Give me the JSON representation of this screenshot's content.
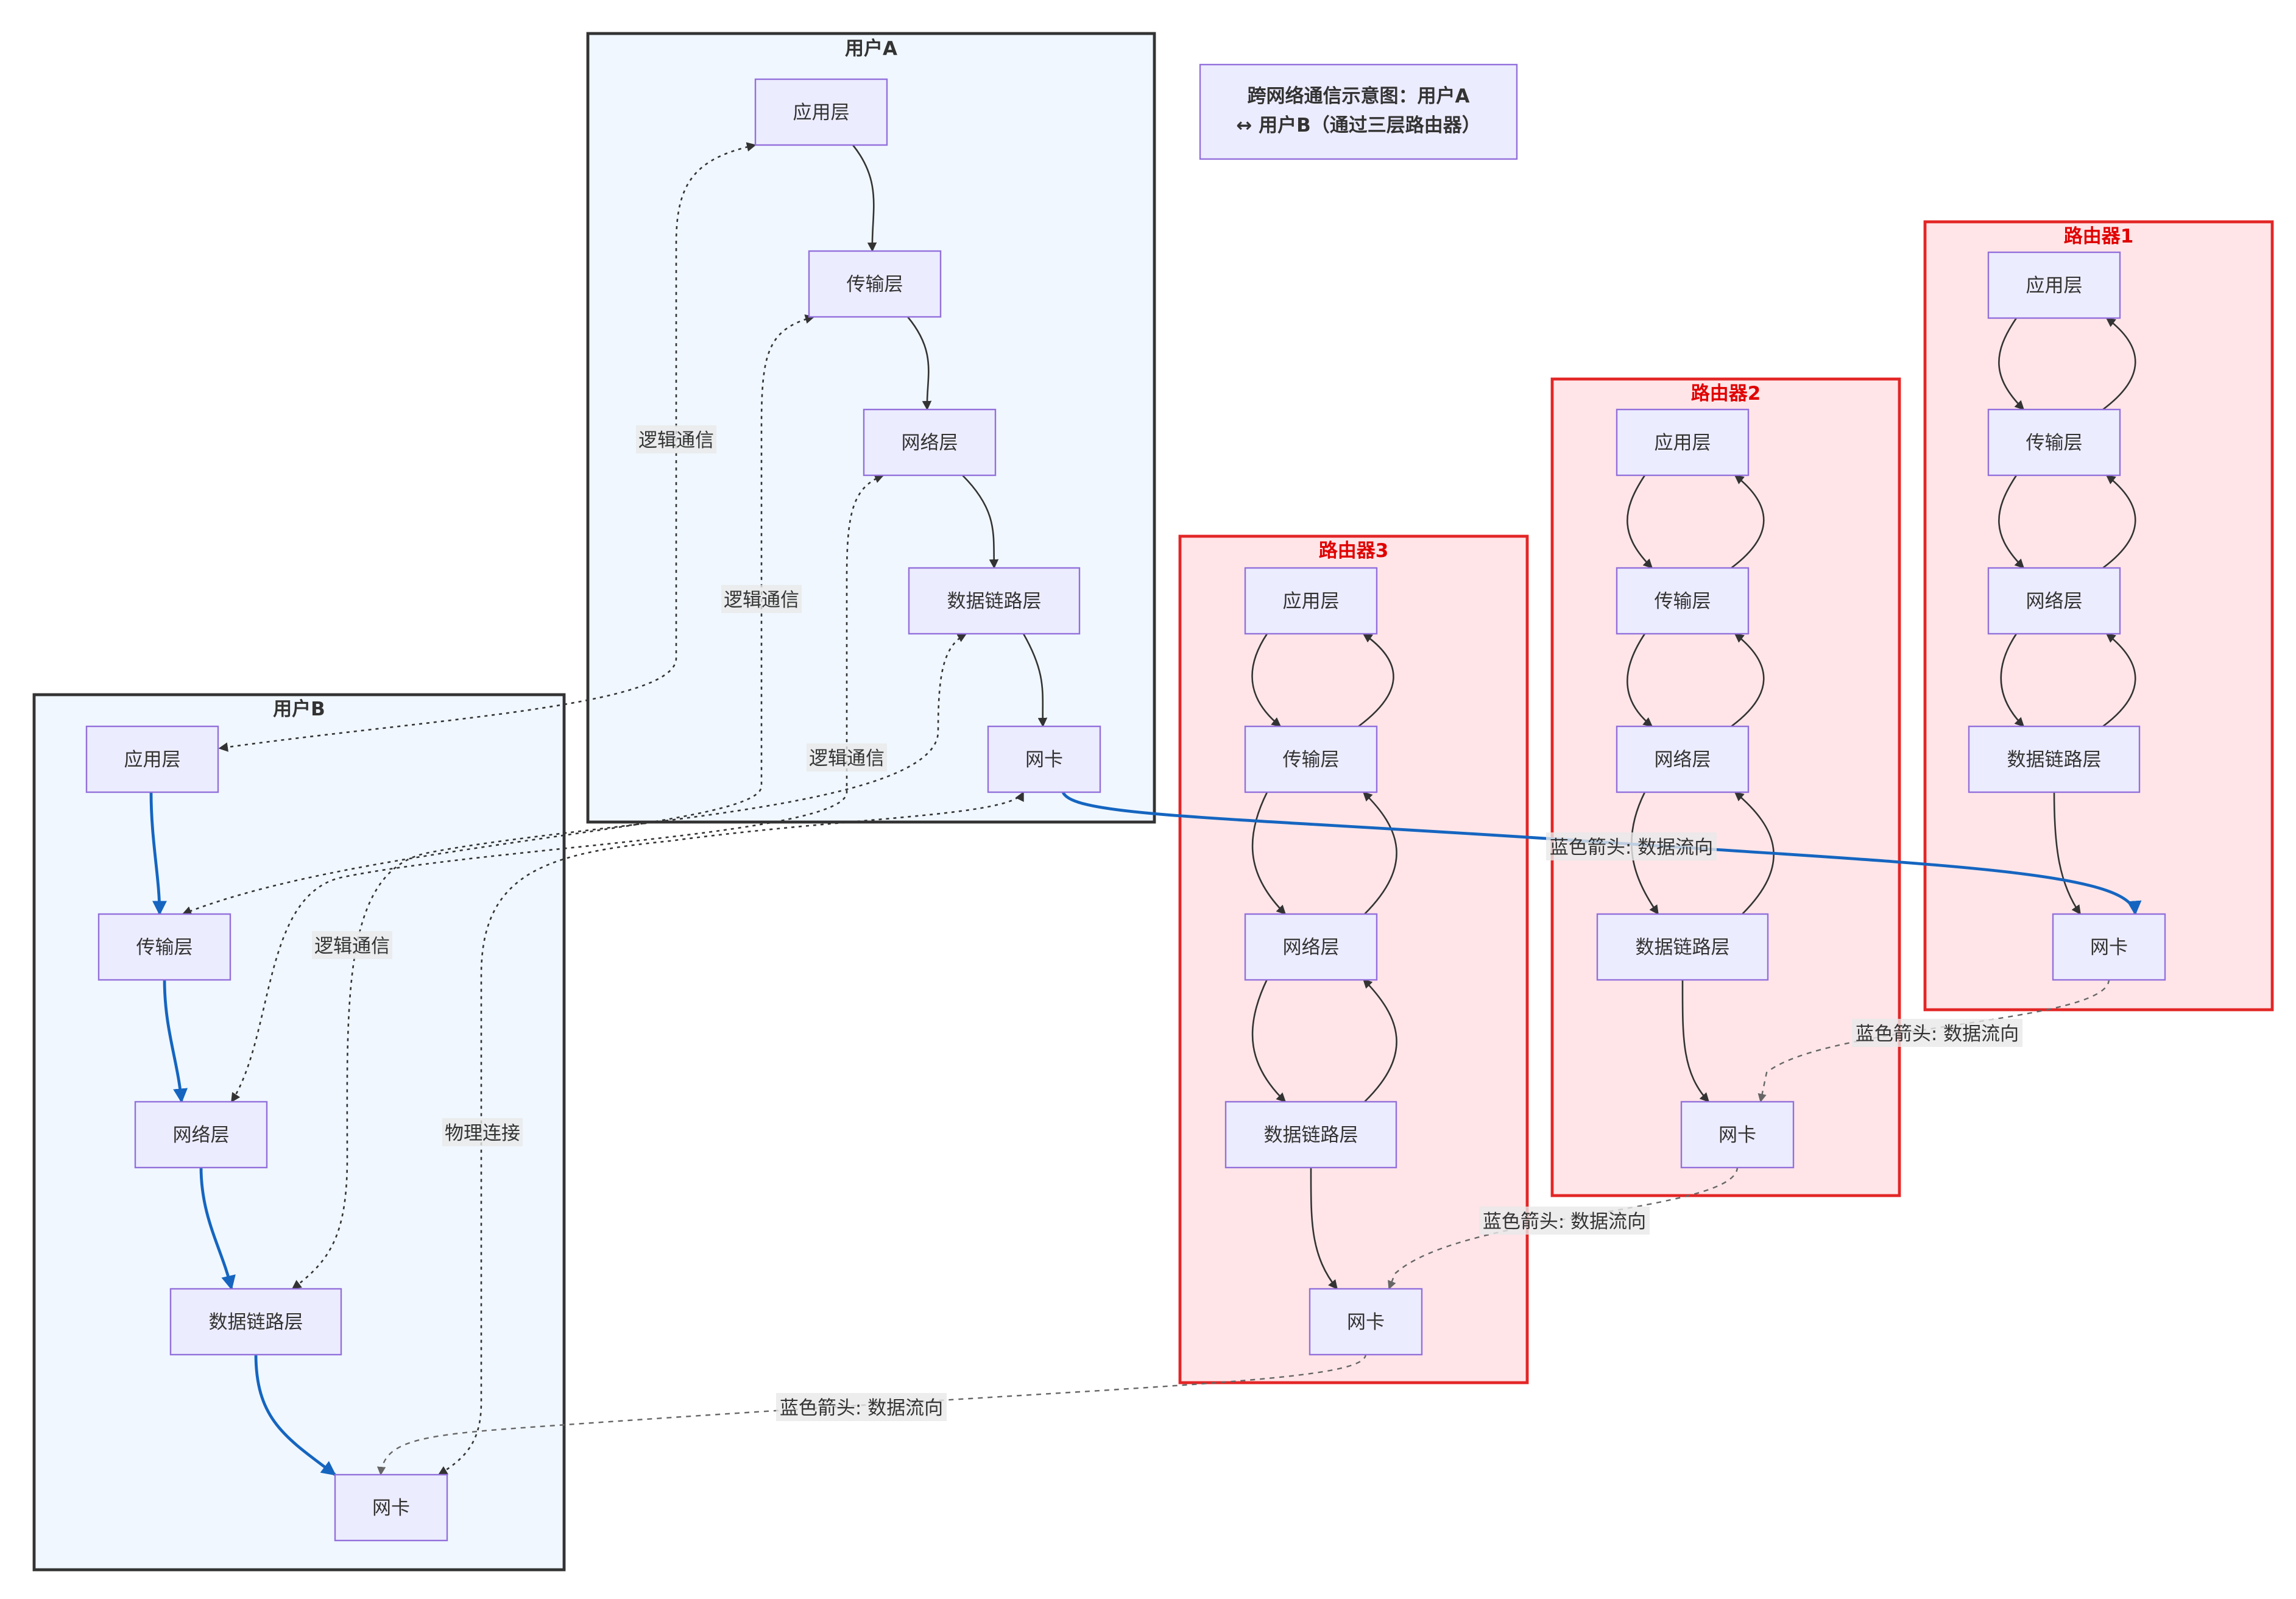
{
  "note": {
    "line1": "跨网络通信示意图：用户A",
    "line2": "↔ 用户B（通过三层路由器）"
  },
  "clusters": {
    "userA": "用户A",
    "userB": "用户B",
    "router1": "路由器1",
    "router2": "路由器2",
    "router3": "路由器3"
  },
  "layers": {
    "app": "应用层",
    "transport": "传输层",
    "network": "网络层",
    "datalink": "数据链路层",
    "nic": "网卡"
  },
  "edge_labels": {
    "logical": "逻辑通信",
    "physical": "物理连接",
    "blue_flow": "蓝色箭头: 数据流向"
  },
  "colors": {
    "node_fill": "#ECECFF",
    "node_border": "#9370DB",
    "user_cluster_fill": "#F0F7FF",
    "router_cluster_fill": "#FFE5E8",
    "router_border": "#E32626",
    "blue_arrow": "#1565C0"
  }
}
